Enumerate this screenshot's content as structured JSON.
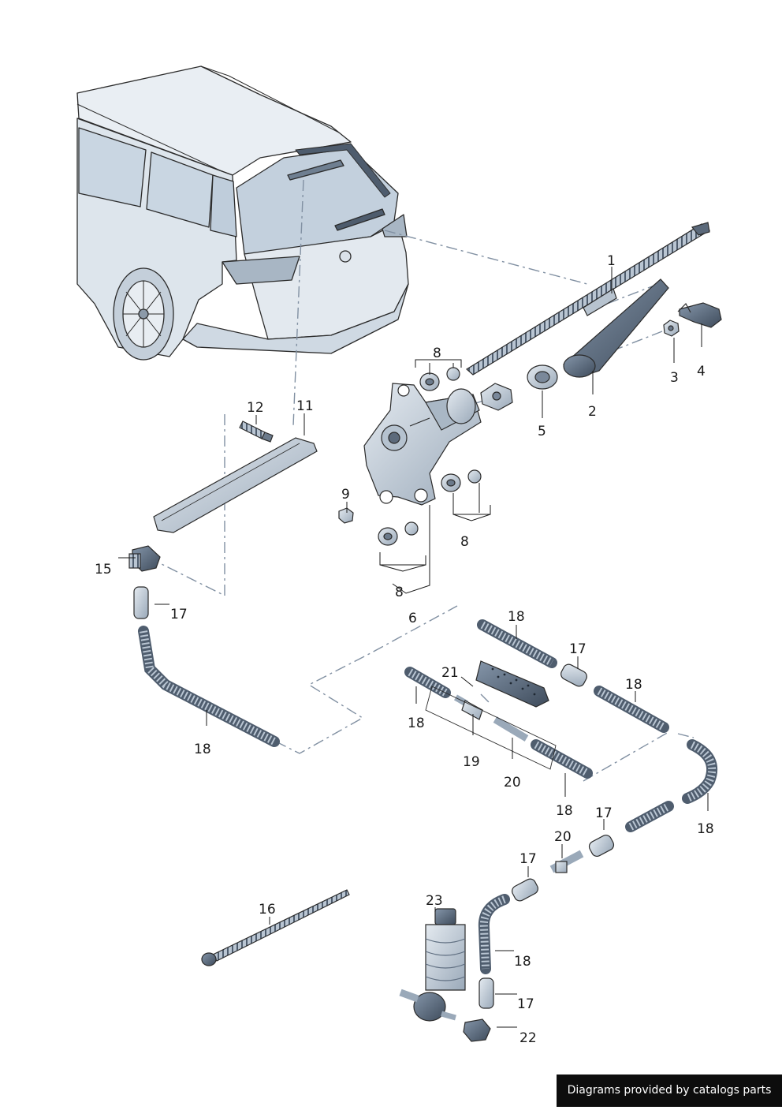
{
  "callouts": [
    {
      "id": "c1",
      "label": "1"
    },
    {
      "id": "c2",
      "label": "2"
    },
    {
      "id": "c3",
      "label": "3"
    },
    {
      "id": "c4",
      "label": "4"
    },
    {
      "id": "c5",
      "label": "5"
    },
    {
      "id": "c6",
      "label": "6"
    },
    {
      "id": "c8a",
      "label": "8"
    },
    {
      "id": "c8b",
      "label": "8"
    },
    {
      "id": "c8c",
      "label": "8"
    },
    {
      "id": "c9",
      "label": "9"
    },
    {
      "id": "c11",
      "label": "11"
    },
    {
      "id": "c12",
      "label": "12"
    },
    {
      "id": "c15",
      "label": "15"
    },
    {
      "id": "c16",
      "label": "16"
    },
    {
      "id": "c17a",
      "label": "17"
    },
    {
      "id": "c17b",
      "label": "17"
    },
    {
      "id": "c17c",
      "label": "17"
    },
    {
      "id": "c17d",
      "label": "17"
    },
    {
      "id": "c17e",
      "label": "17"
    },
    {
      "id": "c18a",
      "label": "18"
    },
    {
      "id": "c18b",
      "label": "18"
    },
    {
      "id": "c18c",
      "label": "18"
    },
    {
      "id": "c18d",
      "label": "18"
    },
    {
      "id": "c18e",
      "label": "18"
    },
    {
      "id": "c18f",
      "label": "18"
    },
    {
      "id": "c18g",
      "label": "18"
    },
    {
      "id": "c19",
      "label": "19"
    },
    {
      "id": "c20a",
      "label": "20"
    },
    {
      "id": "c20b",
      "label": "20"
    },
    {
      "id": "c21",
      "label": "21"
    },
    {
      "id": "c22",
      "label": "22"
    },
    {
      "id": "c23",
      "label": "23"
    }
  ],
  "credit": "Diagrams provided by catalogs parts",
  "colors": {
    "part_fill": "#c9d4df",
    "part_dark": "#5f6e80",
    "line": "#2b2b2b",
    "leader": "#8190a2",
    "credit_bg": "#0d0d0d"
  }
}
